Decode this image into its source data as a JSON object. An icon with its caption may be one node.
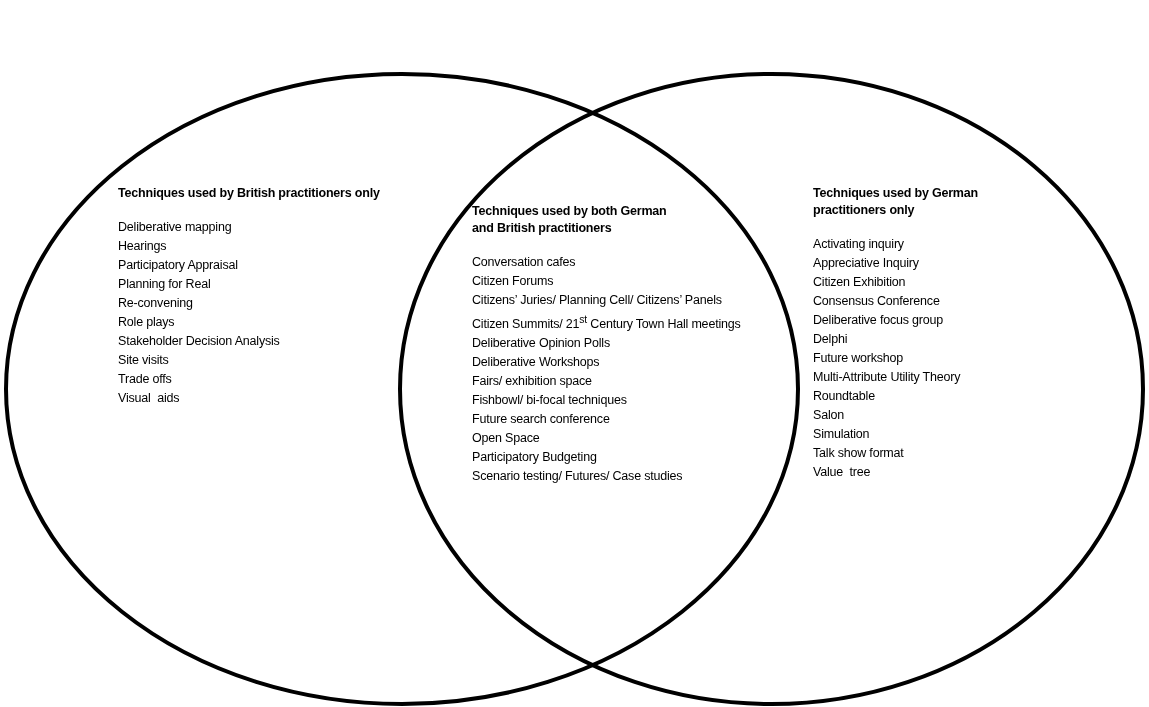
{
  "diagram": {
    "nodes": [
      {
        "text": [
          "Techniques used by British practitioners only",
          "Deliberative mapping",
          "Hearings",
          "Participatory Appraisal",
          "Planning for Real",
          "Re-convening",
          "Role plays",
          "Stakeholder Decision Analysis",
          "Site visits",
          "Trade offs",
          "Visual  aids"
        ]
      },
      {
        "text": [
          "Techniques used by both German and British practitioners",
          "Conversation cafes",
          "Citizen Forums",
          "Citizens’ Juries/ Planning Cell/ Citizens’ Panels",
          "Citizen Summits/ 21$^{st}$ Century Town Hall meetings",
          "Deliberative Opinion Polls",
          "Deliberative Workshops",
          "Fairs/ exhibition space",
          "Fishbowl/ bi-focal techniques",
          "Future search conference",
          "Open Space",
          "Participatory Budgeting",
          "Scenario testing/ Futures/ Case studies"
        ]
      },
      {
        "text": [
          "Techniques used by German practitioners only",
          "Activating inquiry",
          "Appreciative Inquiry",
          "Citizen Exhibition",
          "Consensus Conference",
          "Deliberative focus group",
          "Delphi",
          "Future workshop",
          "Multi-Attribute Utility Theory",
          "Roundtable",
          "Salon",
          "Simulation",
          "Talk show format",
          "Value  tree"
        ]
      }
    ],
    "edges": []
  }
}
